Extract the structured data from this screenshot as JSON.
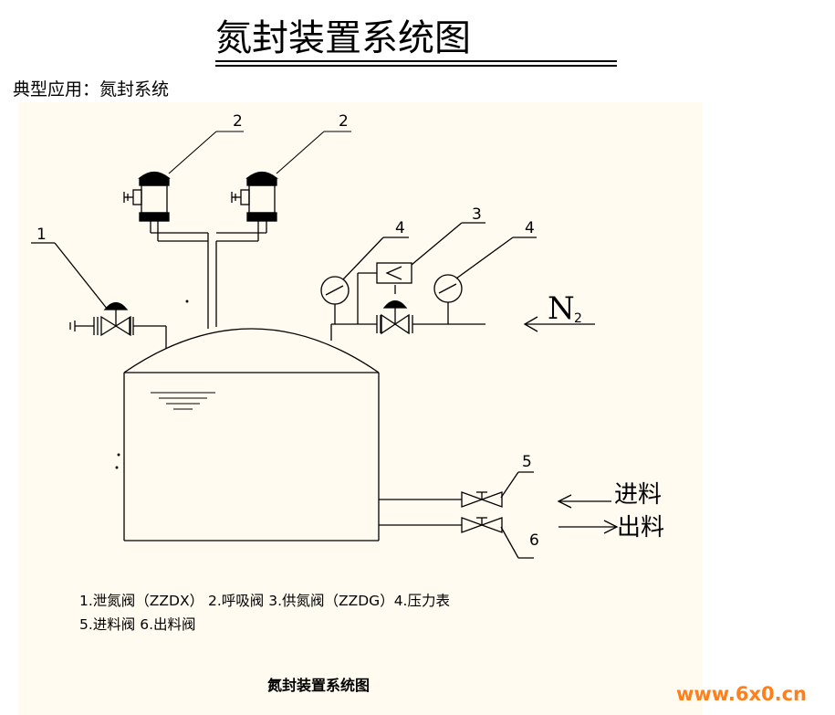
{
  "header": {
    "title": "氮封装置系统图",
    "subtitle": "典型应用：氮封系统"
  },
  "diagram": {
    "callouts": {
      "c1": "1",
      "c2a": "2",
      "c2b": "2",
      "c3": "3",
      "c4a": "4",
      "c4b": "4",
      "c5": "5",
      "c6": "6"
    },
    "n2_main": "N",
    "n2_sub": "2",
    "inlet_label": "进料",
    "outlet_label": "出料",
    "legend_line1": "1.泄氮阀（ZZDX） 2.呼吸阀 3.供氮阀（ZZDG）4.压力表",
    "legend_line2": "5.进料阀 6.出料阀",
    "caption": "氮封装置系统图"
  },
  "watermark": "www.6x0.cn",
  "colors": {
    "panel_bg": "#fffbf0",
    "line": "#000000",
    "watermark": "#ff7f1a"
  }
}
